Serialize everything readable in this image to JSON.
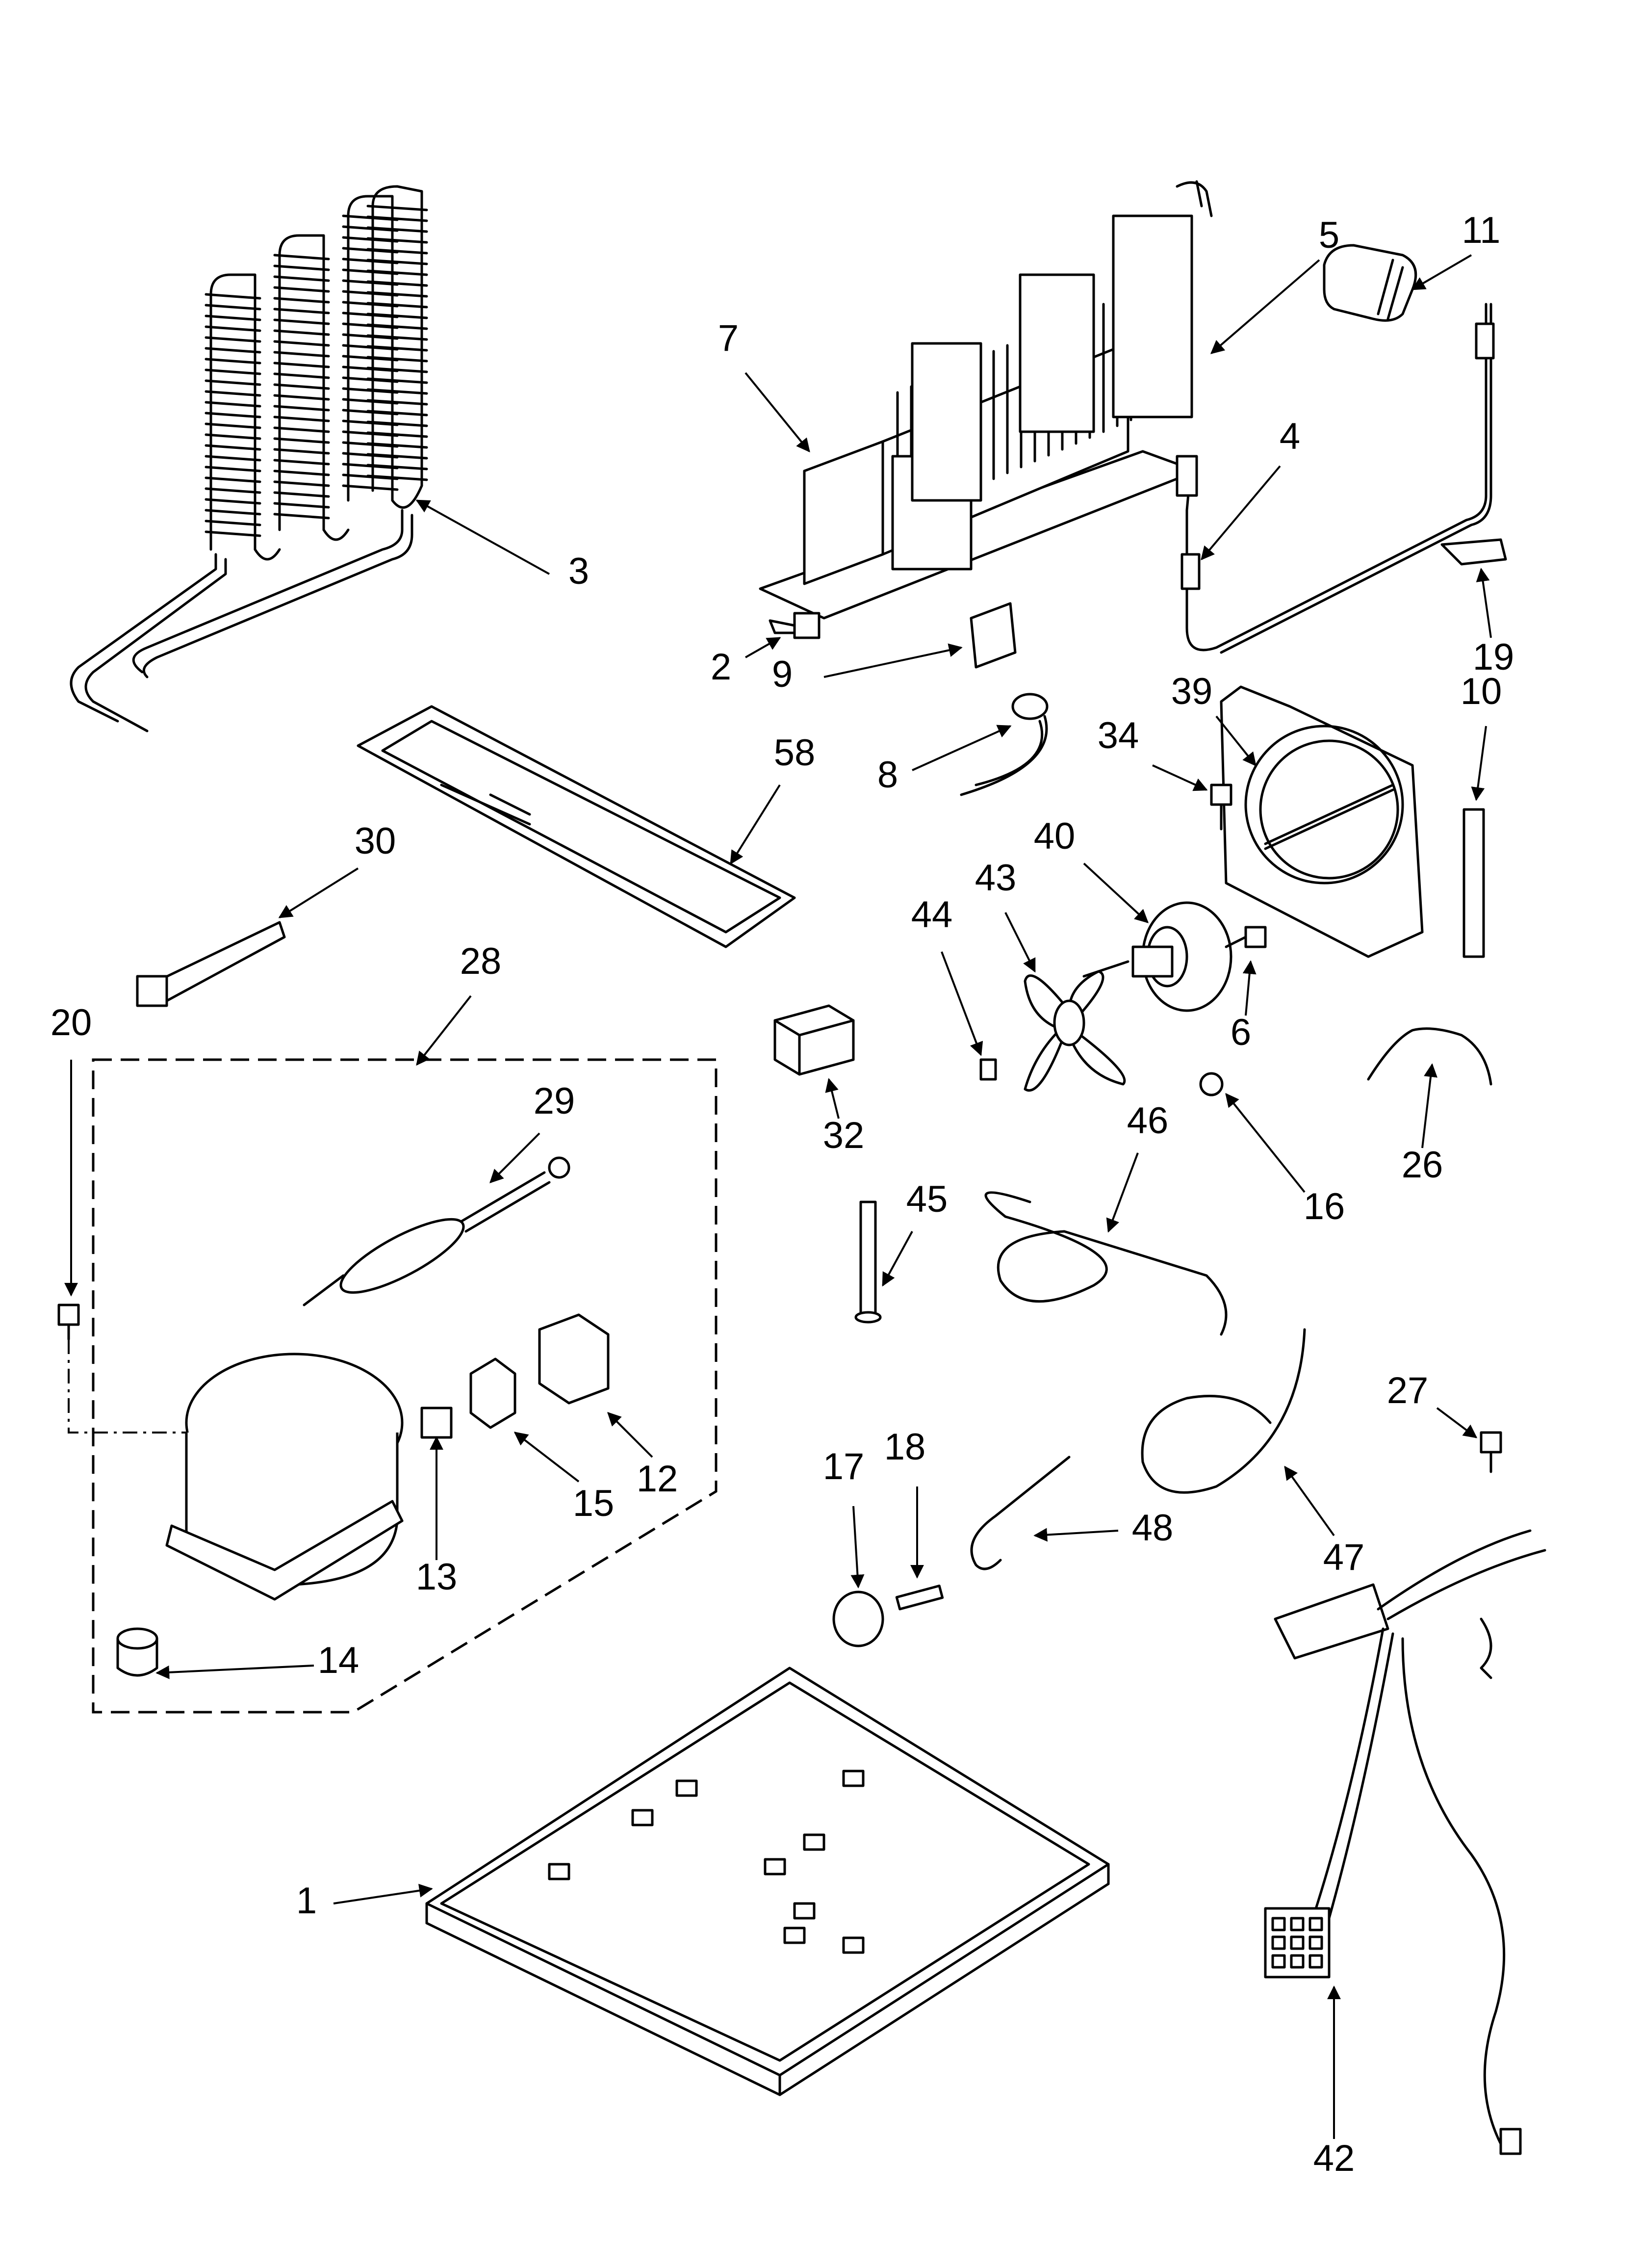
{
  "diagram": {
    "callouts": [
      {
        "id": "1",
        "label": "1"
      },
      {
        "id": "2",
        "label": "2"
      },
      {
        "id": "3",
        "label": "3"
      },
      {
        "id": "4",
        "label": "4"
      },
      {
        "id": "5",
        "label": "5"
      },
      {
        "id": "6",
        "label": "6"
      },
      {
        "id": "7",
        "label": "7"
      },
      {
        "id": "8",
        "label": "8"
      },
      {
        "id": "9",
        "label": "9"
      },
      {
        "id": "10",
        "label": "10"
      },
      {
        "id": "11",
        "label": "11"
      },
      {
        "id": "12",
        "label": "12"
      },
      {
        "id": "13",
        "label": "13"
      },
      {
        "id": "14",
        "label": "14"
      },
      {
        "id": "15",
        "label": "15"
      },
      {
        "id": "16",
        "label": "16"
      },
      {
        "id": "17",
        "label": "17"
      },
      {
        "id": "18",
        "label": "18"
      },
      {
        "id": "19",
        "label": "19"
      },
      {
        "id": "20",
        "label": "20"
      },
      {
        "id": "26",
        "label": "26"
      },
      {
        "id": "27",
        "label": "27"
      },
      {
        "id": "28",
        "label": "28"
      },
      {
        "id": "29",
        "label": "29"
      },
      {
        "id": "30",
        "label": "30"
      },
      {
        "id": "32",
        "label": "32"
      },
      {
        "id": "34",
        "label": "34"
      },
      {
        "id": "39",
        "label": "39"
      },
      {
        "id": "40",
        "label": "40"
      },
      {
        "id": "42",
        "label": "42"
      },
      {
        "id": "43",
        "label": "43"
      },
      {
        "id": "44",
        "label": "44"
      },
      {
        "id": "45",
        "label": "45"
      },
      {
        "id": "46",
        "label": "46"
      },
      {
        "id": "47",
        "label": "47"
      },
      {
        "id": "48",
        "label": "48"
      },
      {
        "id": "58",
        "label": "58"
      }
    ]
  }
}
